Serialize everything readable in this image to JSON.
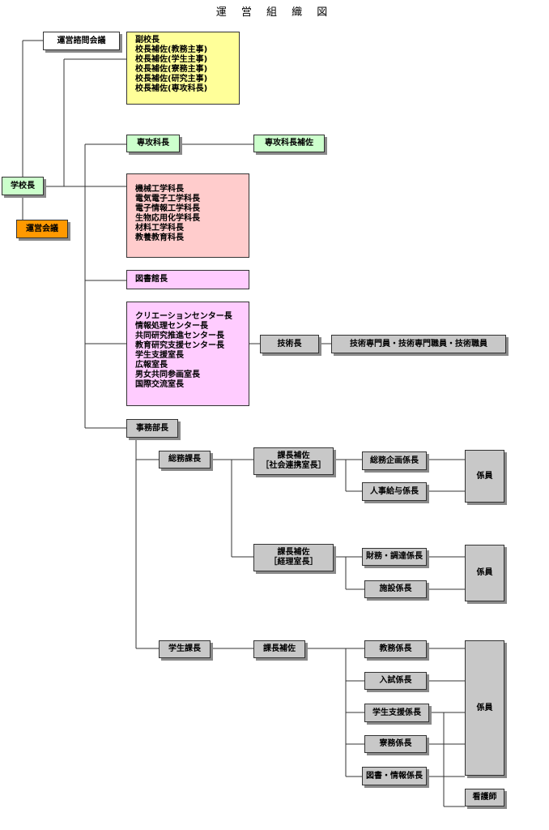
{
  "title": "運 営 組 織 図",
  "colors": {
    "white": "#ffffff",
    "yellow": "#ffff99",
    "green": "#ccffcc",
    "salmon": "#ffcccc",
    "pink": "#ffccff",
    "orange": "#ff9900",
    "gray": "#c8c8c8",
    "line": "#333333"
  },
  "advisory": "運営諮問会議",
  "vice_group": [
    "副校長",
    "校長補佐(教務主事)",
    "校長補佐(学生主事)",
    "校長補佐(寮務主事)",
    "校長補佐(研究主事)",
    "校長補佐(専攻科長)"
  ],
  "principal": "学校長",
  "council": "運営会議",
  "senko": "専攻科長",
  "senko_hosa": "専攻科長補佐",
  "dept_heads": [
    "機械工学科長",
    "電気電子工学科長",
    "電子情報工学科長",
    "生物応用化学科長",
    "材料工学科長",
    "教養教育科長"
  ],
  "library": "図書館長",
  "centers": [
    "クリエーションセンター長",
    "情報処理センター長",
    "共同研究推進センター長",
    "教育研究支援センター長",
    "学生支援室長",
    "広報室長",
    "男女共同参画室長",
    "国際交流室長"
  ],
  "tech_head": "技術長",
  "tech_staff": "技術専門員・技術専門職員・技術職員",
  "office_head": "事務部長",
  "general_affairs": "総務課長",
  "ga_assistant1": [
    "課長補佐",
    "［社会連携室長］"
  ],
  "ga_planning": "総務企画係長",
  "ga_personnel": "人事給与係長",
  "ga_staff1": "係員",
  "ga_assistant2": [
    "課長補佐",
    "［経理室長］"
  ],
  "ga_finance": "財務・調達係長",
  "ga_facilities": "施設係長",
  "ga_staff2": "係員",
  "student_affairs": "学生課長",
  "sa_assistant": "課長補佐",
  "sa_academic": "教務係長",
  "sa_admission": "入試係長",
  "sa_support": "学生支援係長",
  "sa_dorm": "寮務係長",
  "sa_library": "図書・情報係長",
  "sa_staff": "係員",
  "nurse": "看護師"
}
